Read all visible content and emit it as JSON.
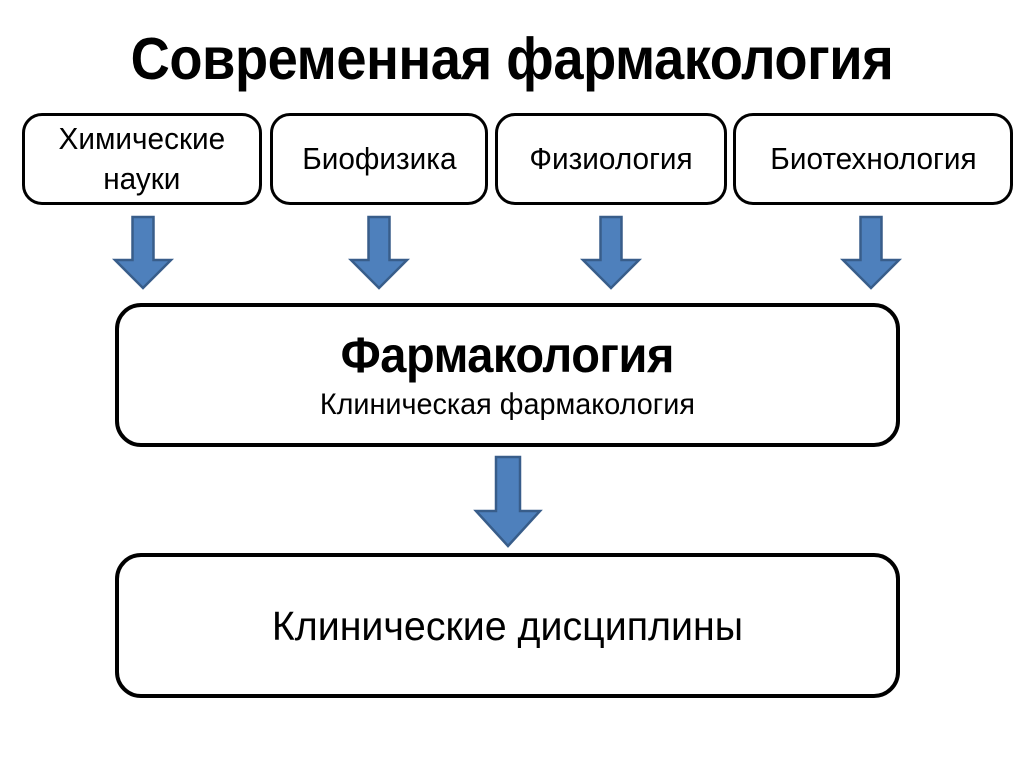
{
  "slide": {
    "title": "Современная фармакология",
    "background_color": "#FFFFFF",
    "text_color": "#000000"
  },
  "colors": {
    "box_border": "#000000",
    "box_fill": "#FFFFFF",
    "arrow_fill": "#4E80BC",
    "arrow_border": "#385D8A"
  },
  "top_row": {
    "boxes": [
      {
        "label": "Химические\nнауки",
        "name": "chemical-sciences"
      },
      {
        "label": "Биофизика",
        "name": "biophysics"
      },
      {
        "label": "Физиология",
        "name": "physiology"
      },
      {
        "label": "Биотехнология",
        "name": "biotechnology"
      }
    ]
  },
  "arrows": {
    "down_icon": "arrow-down-icon",
    "count_top": 4,
    "count_middle": 1
  },
  "middle_box": {
    "title": "Фармакология",
    "subtitle": "Клиническая фармакология"
  },
  "bottom_box": {
    "label": "Клинические дисциплины"
  }
}
